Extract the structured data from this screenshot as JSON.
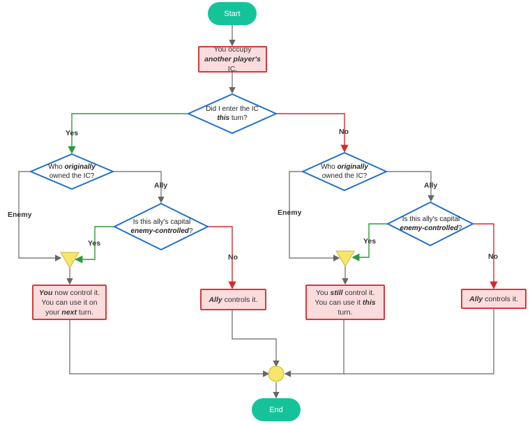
{
  "start": "Start",
  "end": "End",
  "occupy": {
    "pre": "You occupy ",
    "em": "another player's",
    "post": " IC."
  },
  "enter": {
    "pre": "Did I enter the IC ",
    "em": "this",
    "post": " turn?"
  },
  "left": {
    "branch": "Yes",
    "who": {
      "pre": "Who ",
      "em": "originally",
      "post": " owned the IC?"
    },
    "enemy": "Enemy",
    "ally": "Ally",
    "capital": {
      "pre": "Is this ally's capital ",
      "em": "enemy-controlled",
      "post": "?"
    },
    "cap_yes": "Yes",
    "cap_no": "No",
    "result_you": {
      "em1": "You",
      "mid": " now control it. You can use it on your ",
      "em2": "next",
      "post": " turn."
    },
    "result_ally": {
      "em": "Ally",
      "post": " controls it."
    }
  },
  "right": {
    "branch": "No",
    "who": {
      "pre": "Who ",
      "em": "originally",
      "post": " owned the IC?"
    },
    "enemy": "Enemy",
    "ally": "Ally",
    "capital": {
      "pre": "Is this ally's capital ",
      "em": "enemy-controlled",
      "post": "?"
    },
    "cap_yes": "Yes",
    "cap_no": "No",
    "result_you": {
      "pre": "You ",
      "em1": "still",
      "mid": " control it. You can use it ",
      "em2": "this",
      "post": " turn."
    },
    "result_ally": {
      "em": "Ally",
      "post": " controls it."
    }
  },
  "colors": {
    "terminal": "#15c39a",
    "process_fill": "#fadcdc",
    "process_border": "#d6393b",
    "decision_border": "#1f6fd1",
    "yes": "#2c9a3a",
    "no": "#d62a2a",
    "merge": "#f6e66a"
  }
}
